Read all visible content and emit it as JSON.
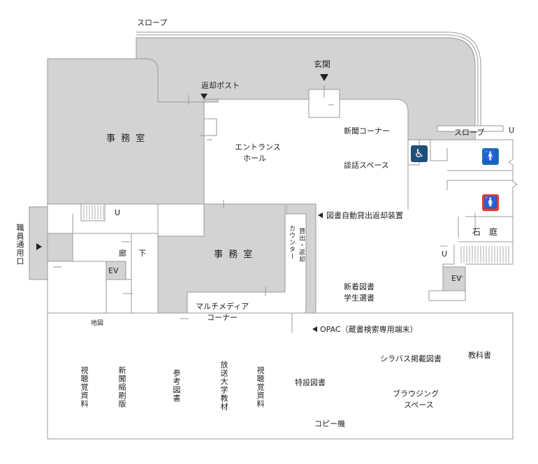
{
  "labels": {
    "slope_top": "スロープ",
    "entrance": "玄関",
    "return_post": "返却ポスト",
    "office_main": "事 務 室",
    "entrance_hall_1": "エントランス",
    "entrance_hall_2": "ホール",
    "newspaper_corner": "新聞コーナー",
    "slope_right": "スロープ",
    "u_right": "U",
    "discussion_space": "談話スペース",
    "auto_lending": "図書自動貸出返却装置",
    "staff_entrance": "職員通用口",
    "u_left": "U",
    "corridor_1": "廊",
    "corridor_2": "下",
    "ev_left": "EV",
    "lending_counter_1": "貸出・返却",
    "lending_counter_2": "カウンター",
    "office_second": "事 務 室",
    "courtyard": "石　庭",
    "u_stair": "U",
    "ev_right": "EV",
    "new_books_1": "新着図書",
    "new_books_2": "学生選書",
    "multimedia_1": "マルチメディア",
    "multimedia_2": "コーナー",
    "map_label": "地図",
    "opac": "OPAC（蔵書検索専用端末）",
    "syllabus": "シラバス掲載図書",
    "textbooks": "教科書",
    "av_materials_1": "視聴覚資料",
    "newspaper_reduced": "新聞縮刷版",
    "reference": "参考図書",
    "open_univ": "放送大学教材",
    "av_materials_2": "視聴覚資料",
    "special_books": "特設図書",
    "browsing_1": "ブラウジング",
    "browsing_2": "スペース",
    "copier": "コピー機"
  },
  "icons": {
    "wheelchair": "wheelchair-icon",
    "male": "male-restroom-icon",
    "female": "female-restroom-icon"
  },
  "colors": {
    "wall_fill": "#d3d3d3",
    "line": "#999999",
    "wheelchair": "#1f4e79",
    "male": "#1a6fb5",
    "female": "#e53935"
  }
}
